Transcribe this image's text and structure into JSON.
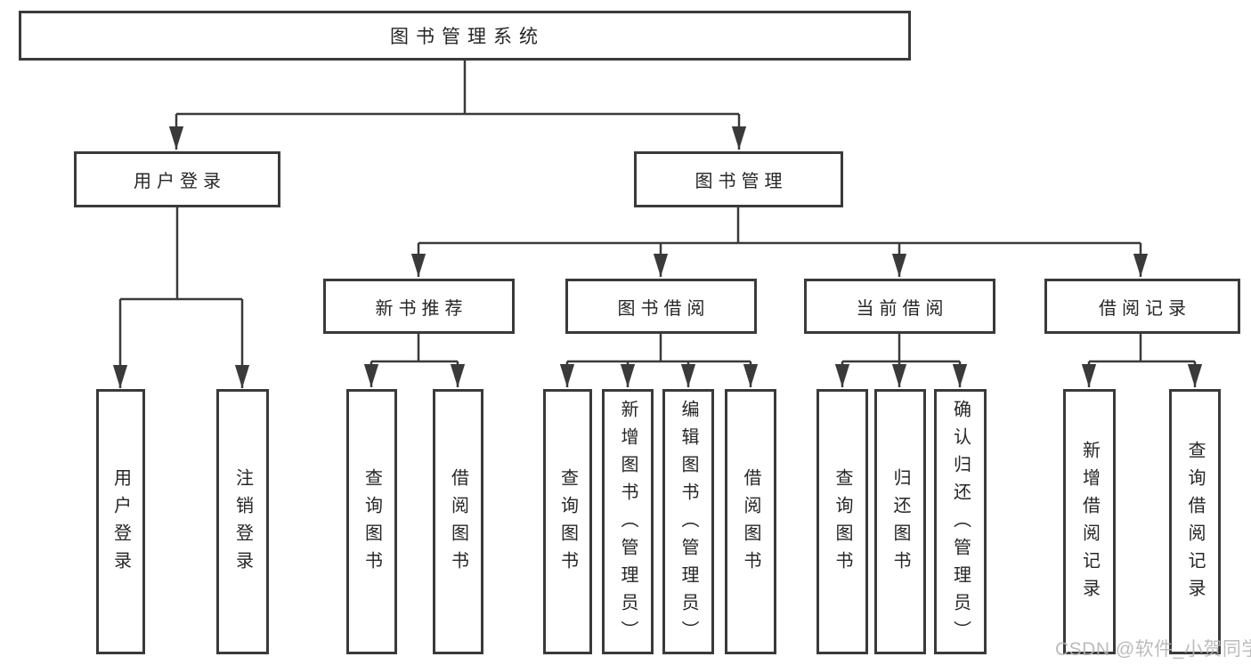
{
  "colors": {
    "line": "#3a3a3a",
    "text": "#262626",
    "watermark": "#b5b5b5",
    "background": "#ffffff"
  },
  "watermark": {
    "text": "CSDN @软件_小贺同学"
  },
  "tree": {
    "root": {
      "label": "图书管理系统",
      "children": [
        {
          "label": "用户登录",
          "children": [
            {
              "label": "用户登录"
            },
            {
              "label": "注销登录"
            }
          ]
        },
        {
          "label": "图书管理",
          "children": [
            {
              "label": "新书推荐",
              "children": [
                {
                  "label": "查询图书"
                },
                {
                  "label": "借阅图书"
                }
              ]
            },
            {
              "label": "图书借阅",
              "children": [
                {
                  "label": "查询图书"
                },
                {
                  "label": "新增图书（管理员）"
                },
                {
                  "label": "编辑图书（管理员）"
                },
                {
                  "label": "借阅图书"
                }
              ]
            },
            {
              "label": "当前借阅",
              "children": [
                {
                  "label": "查询图书"
                },
                {
                  "label": "归还图书"
                },
                {
                  "label": "确认归还（管理员）"
                }
              ]
            },
            {
              "label": "借阅记录",
              "children": [
                {
                  "label": "新增借阅记录"
                },
                {
                  "label": "查询借阅记录"
                }
              ]
            }
          ]
        }
      ]
    }
  }
}
